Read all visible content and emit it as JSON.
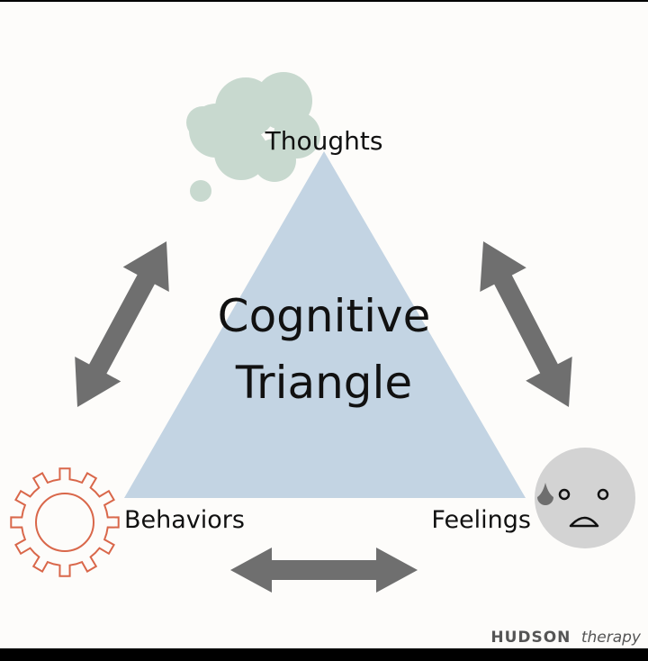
{
  "diagram": {
    "title_line1": "Cognitive",
    "title_line2": "Triangle",
    "nodes": {
      "thoughts": "Thoughts",
      "behaviors": "Behaviors",
      "feelings": "Feelings"
    },
    "icons": {
      "thoughts": "thought-cloud-icon",
      "behaviors": "gear-icon",
      "feelings": "sad-face-icon"
    },
    "colors": {
      "background": "#fdfcfa",
      "triangle": "#c3d4e3",
      "cloud": "#c8d9cf",
      "gear": "#d9674a",
      "face": "#d3d3d3",
      "arrows": "#6f6f6f"
    }
  },
  "branding": {
    "brand_bold": "HUDSON",
    "brand_italic": "therapy"
  }
}
